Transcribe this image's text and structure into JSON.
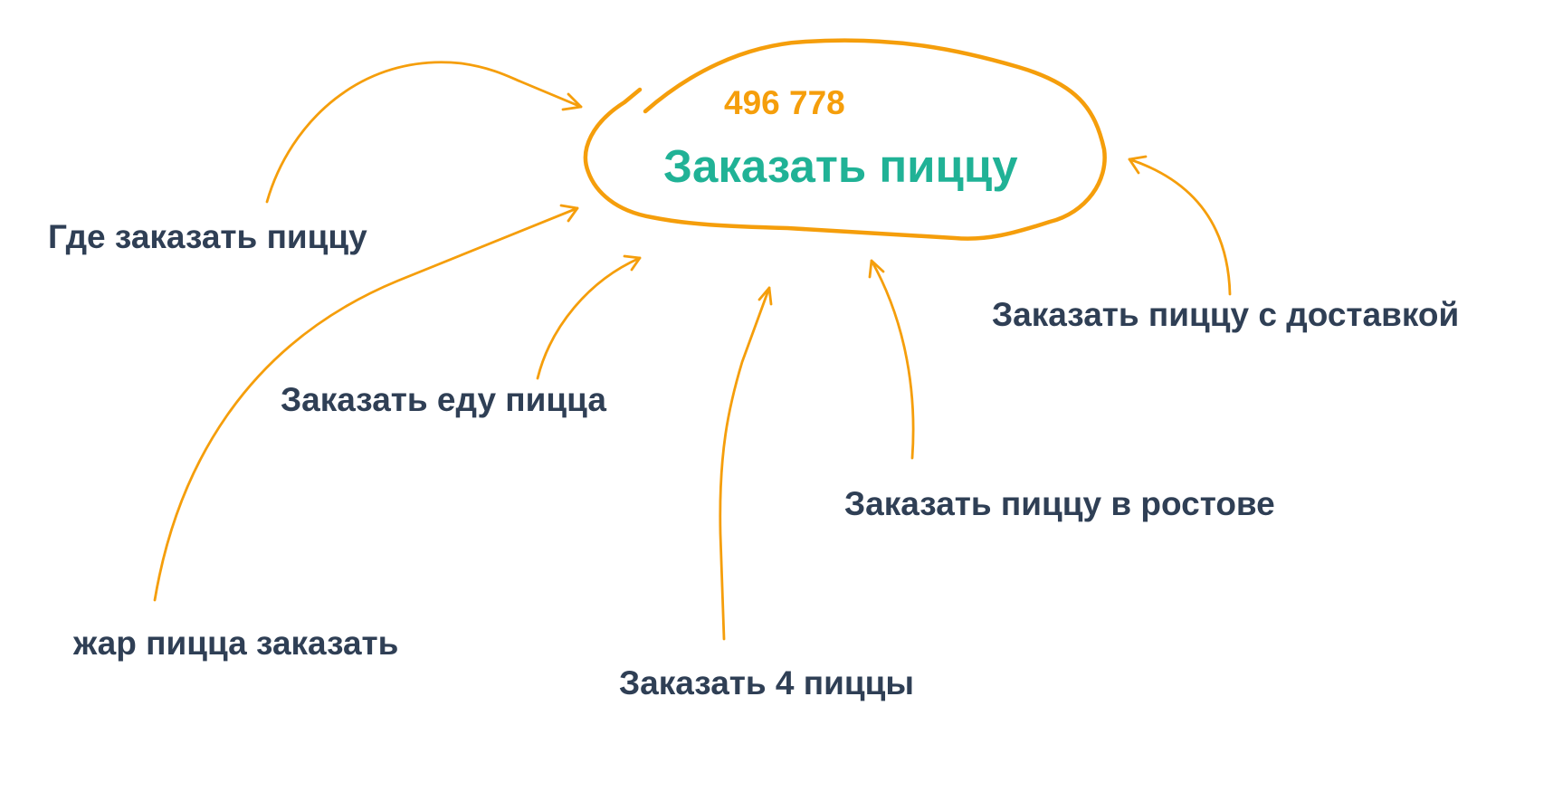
{
  "colors": {
    "accent": "#F59E0B",
    "title": "#20B296",
    "text": "#2F3F55",
    "background": "#FFFFFF"
  },
  "center": {
    "count": "496 778",
    "title": "Заказать пиццу"
  },
  "queries": [
    "Где заказать пиццу",
    "Заказать пиццу с доставкой",
    "Заказать еду пицца",
    "Заказать пиццу в ростове",
    "жар пицца заказать",
    "Заказать 4 пиццы"
  ]
}
